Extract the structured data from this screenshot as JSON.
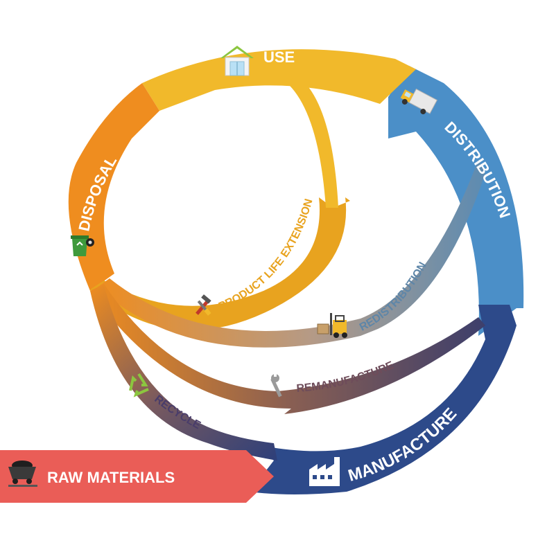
{
  "stages": {
    "use": "USE",
    "distribution": "DISTRIBUTION",
    "manufacture": "MANUFACTURE",
    "disposal": "DISPOSAL",
    "raw_materials": "RAW MATERIALS"
  },
  "loops": {
    "product_life_extension": "PRODUCT LIFE EXTENSION",
    "redistribution": "REDISTRIBUTION",
    "remanufacture": "REMANUFACTURE",
    "recycle": "RECYCLE"
  },
  "colors": {
    "use": "#f1b92b",
    "distribution": "#4b8fc8",
    "manufacture": "#2d4a8a",
    "disposal": "#ef8d1f",
    "raw_materials": "#ea5d57",
    "product_life_extension": "#e8a31f",
    "redistribution": "#5e86a8",
    "remanufacture": "#6e4c5a",
    "recycle": "#4a3d6a"
  },
  "icons": [
    "house-icon",
    "truck-icon",
    "factory-icon",
    "trash-bin-icon",
    "mine-cart-icon",
    "tools-icon",
    "forklift-icon",
    "wrench-icon",
    "recycle-icon"
  ]
}
